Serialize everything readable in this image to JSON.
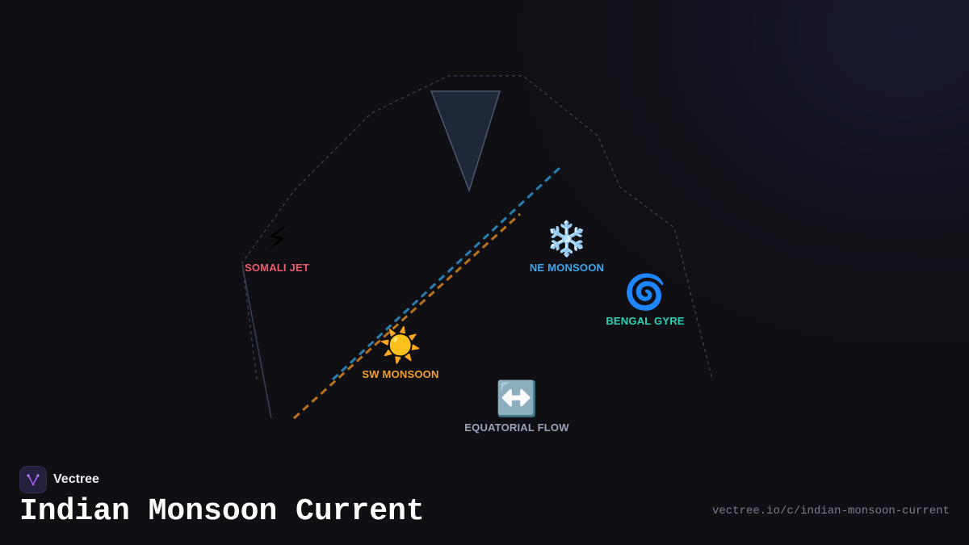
{
  "title": "Indian Monsoon Current",
  "brand": {
    "name": "Vectree"
  },
  "url": "vectree.io/c/indian-monsoon-current",
  "colors": {
    "background": "#0f0f14",
    "somali_jet": "#f05a6e",
    "ne_monsoon": "#3aa8f0",
    "bengal_gyre": "#2ed0b4",
    "sw_monsoon": "#f0a030",
    "equatorial_flow": "#9aa4b8",
    "blue_path": "#2a7fb0",
    "orange_path": "#b8721e"
  },
  "nodes": [
    {
      "id": "somali_jet",
      "icon": "⚡",
      "label": "SOMALI JET",
      "icon_name": "lightning-icon"
    },
    {
      "id": "ne_monsoon",
      "icon": "❄️",
      "label": "NE MONSOON",
      "icon_name": "snowflake-icon"
    },
    {
      "id": "bengal_gyre",
      "icon": "🌀",
      "label": "BENGAL GYRE",
      "icon_name": "cyclone-icon"
    },
    {
      "id": "sw_monsoon",
      "icon": "☀️",
      "label": "SW MONSOON",
      "icon_name": "sun-icon"
    },
    {
      "id": "equatorial_flow",
      "icon": "↔️",
      "label": "EQUATORIAL FLOW",
      "icon_name": "left-right-arrow-icon"
    }
  ]
}
